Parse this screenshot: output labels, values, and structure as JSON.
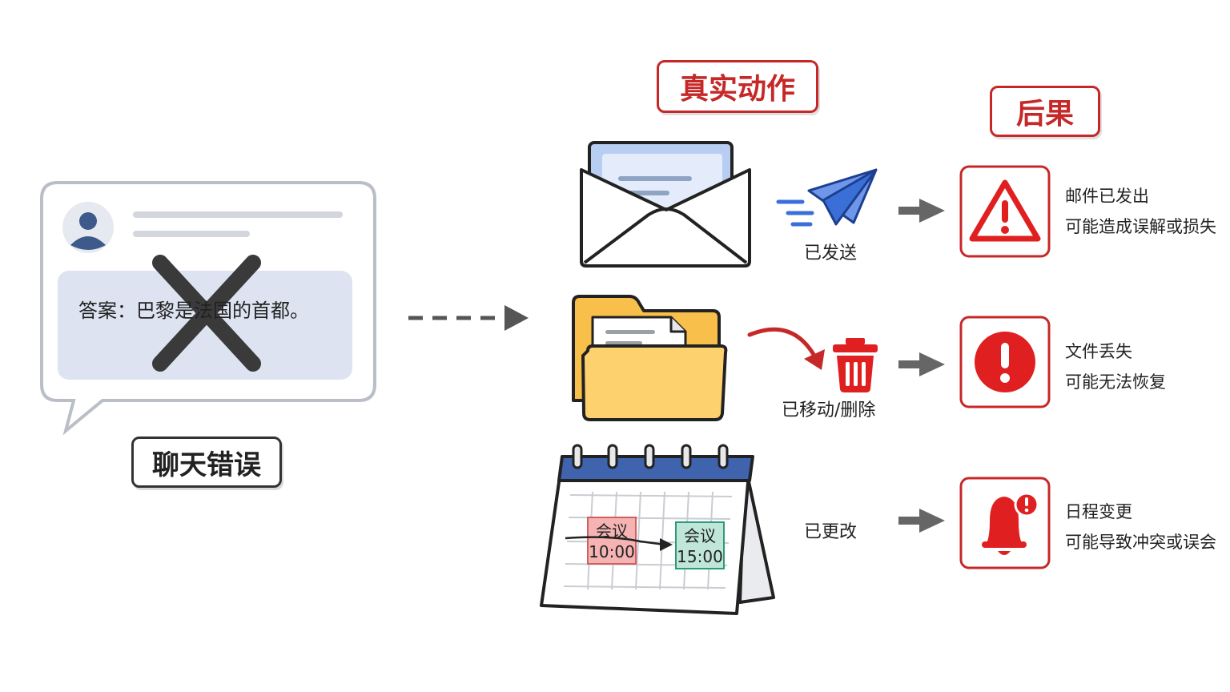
{
  "headers": {
    "actions": "真实动作",
    "consequences": "后果"
  },
  "chat": {
    "answer": "答案：巴黎是法国的首都。",
    "label": "聊天错误"
  },
  "rows": [
    {
      "action_icon": "envelope-icon",
      "status_icon": "paper-plane-icon",
      "status": "已发送",
      "consequence_icon": "warning-triangle-icon",
      "consequence_lines": [
        "邮件已发出",
        "可能造成误解或损失"
      ]
    },
    {
      "action_icon": "folder-icon",
      "status_icon": "trash-icon",
      "status": "已移动/删除",
      "consequence_icon": "exclamation-circle-icon",
      "consequence_lines": [
        "文件丢失",
        "可能无法恢复"
      ]
    },
    {
      "action_icon": "calendar-icon",
      "status_icon": "",
      "status": "已更改",
      "consequence_icon": "bell-alert-icon",
      "consequence_lines": [
        "日程变更",
        "可能导致冲突或误会"
      ]
    }
  ],
  "calendar": {
    "event_before": {
      "title": "会议",
      "time": "10:00"
    },
    "event_after": {
      "title": "会议",
      "time": "15:00"
    }
  },
  "colors": {
    "accent_red": "#c62828",
    "alert_red": "#e02020",
    "bubble_fill": "#dde3f0",
    "folder_yellow": "#fdd26e",
    "calendar_blue": "#3f63ad",
    "plane_blue": "#3b6fd8"
  }
}
